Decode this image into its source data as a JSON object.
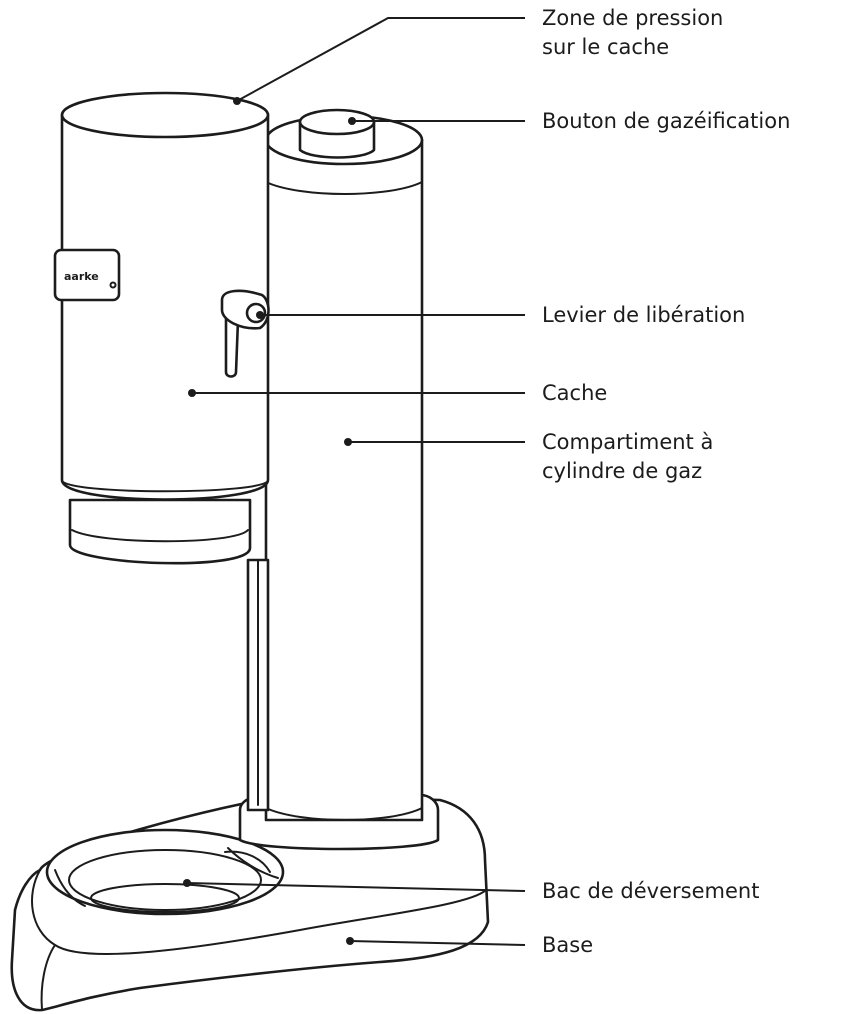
{
  "product": {
    "brand_text": "aarke"
  },
  "callouts": {
    "zone_pression": {
      "line1": "Zone de pression",
      "line2": "sur le cache"
    },
    "bouton": {
      "text": "Bouton de gazéification"
    },
    "levier": {
      "text": "Levier de libération"
    },
    "cache": {
      "text": "Cache"
    },
    "compartiment": {
      "line1": "Compartiment à",
      "line2": "cylindre de gaz"
    },
    "bac": {
      "text": "Bac de déversement"
    },
    "base": {
      "text": "Base"
    }
  }
}
